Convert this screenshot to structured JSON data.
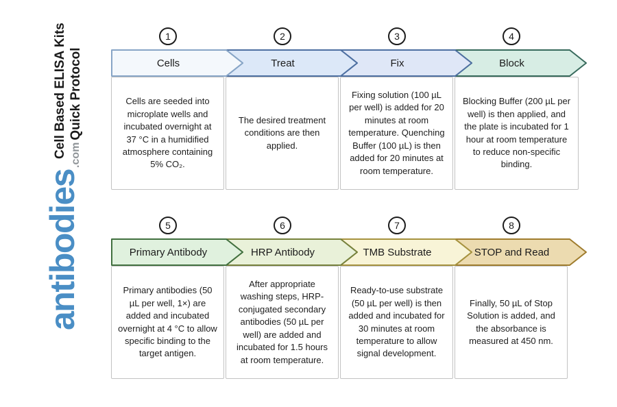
{
  "branding": {
    "title_line1": "Cell Based ELISA Kits",
    "title_line2": "Quick Protocol",
    "logo_text": "antibodies",
    "logo_suffix": ".com",
    "logo_color": "#4a8ec5",
    "logo_suffix_color": "#8f9498"
  },
  "steps": [
    {
      "number": "1",
      "label": "Cells",
      "description": "Cells are seeded into microplate wells and incubated overnight at 37 °C in a humidified atmosphere containing 5% CO₂.",
      "fill": "#f4f8fc",
      "border": "#87a5c6"
    },
    {
      "number": "2",
      "label": "Treat",
      "description": "The desired treatment conditions are then applied.",
      "fill": "#dce8f8",
      "border": "#4d6fa1"
    },
    {
      "number": "3",
      "label": "Fix",
      "description": "Fixing solution (100 µL per well) is added for 20 minutes at room temperature. Quenching Buffer (100 µL) is then added for 20 minutes at room temperature.",
      "fill": "#dfe7f7",
      "border": "#4d6fa1"
    },
    {
      "number": "4",
      "label": "Block",
      "description": "Blocking Buffer (200 µL per well) is then applied, and the plate is incubated for 1 hour at room temperature to reduce non-specific binding.",
      "fill": "#d7ede4",
      "border": "#376a5c"
    },
    {
      "number": "5",
      "label": "Primary Antibody",
      "description": "Primary antibodies (50 µL per well, 1×) are added and incubated overnight at 4 °C to allow specific binding to the target antigen.",
      "fill": "#e0f1de",
      "border": "#41703f"
    },
    {
      "number": "6",
      "label": "HRP Antibody",
      "description": "After appropriate washing steps, HRP-conjugated secondary antibodies (50 µL per well) are added and incubated for 1.5 hours at room temperature.",
      "fill": "#e9f1d9",
      "border": "#76813c"
    },
    {
      "number": "7",
      "label": "TMB Substrate",
      "description": "Ready-to-use substrate (50 µL per well) is then added and incubated for 30 minutes at room temperature to allow signal development.",
      "fill": "#f8f4d7",
      "border": "#a6923e"
    },
    {
      "number": "8",
      "label": "STOP and Read",
      "description": "Finally, 50 µL of Stop Solution is added, and the absorbance is measured at 450 nm.",
      "fill": "#ecdbb0",
      "border": "#9f7c2d"
    }
  ]
}
